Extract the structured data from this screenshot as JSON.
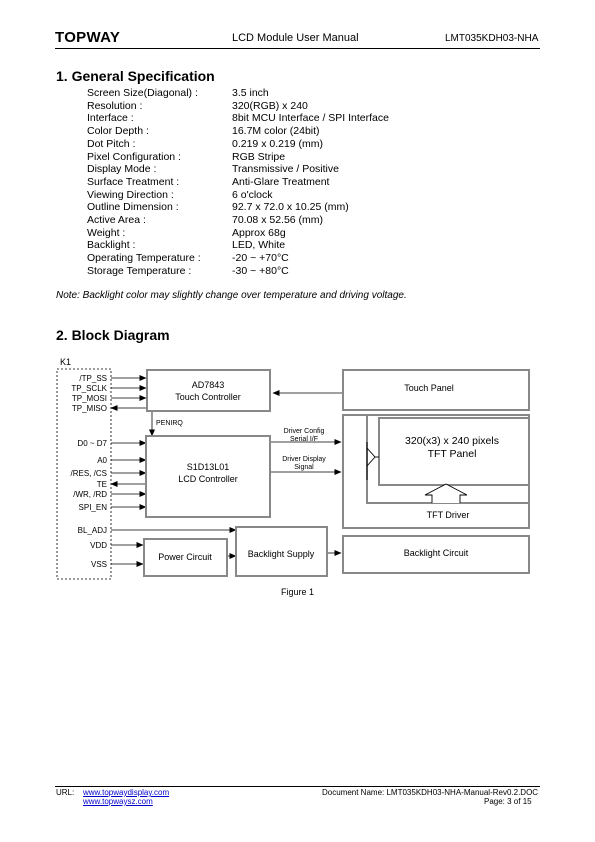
{
  "header": {
    "logo": "TOPWAY",
    "title": "LCD Module User Manual",
    "model": "LMT035KDH03-NHA"
  },
  "section1": {
    "title": "1.  General Specification",
    "specs": [
      {
        "label": "Screen Size(Diagonal) :",
        "value": "3.5 inch"
      },
      {
        "label": "Resolution :",
        "value": "320(RGB) x 240"
      },
      {
        "label": "Interface :",
        "value": "8bit MCU Interface / SPI  Interface"
      },
      {
        "label": "Color Depth :",
        "value": "16.7M color (24bit)"
      },
      {
        "label": "Dot Pitch :",
        "value": "0.219 x 0.219 (mm)"
      },
      {
        "label": "Pixel Configuration :",
        "value": "RGB Stripe"
      },
      {
        "label": "Display Mode :",
        "value": "Transmissive / Positive"
      },
      {
        "label": "Surface Treatment :",
        "value": "Anti-Glare Treatment"
      },
      {
        "label": "Viewing Direction :",
        "value": "6 o'clock"
      },
      {
        "label": "Outline Dimension :",
        "value": "92.7 x 72.0 x 10.25 (mm)"
      },
      {
        "label": "Active Area :",
        "value": "70.08 x 52.56 (mm)"
      },
      {
        "label": "Weight :",
        "value": "Approx 68g"
      },
      {
        "label": "Backlight :",
        "value": "LED, White"
      },
      {
        "label": "Operating Temperature :",
        "value": "-20 ~ +70°C"
      },
      {
        "label": "Storage Temperature :",
        "value": "-30 ~ +80°C"
      }
    ],
    "note": "Note: Backlight color may slightly change over temperature and driving voltage."
  },
  "section2": {
    "title": "2.  Block Diagram",
    "connector": "K1",
    "pins": [
      "/TP_SS",
      "TP_SCLK",
      "TP_MOSI",
      "TP_MISO",
      "D0 ~ D7",
      "A0",
      "/RES, /CS",
      "TE",
      "/WR, /RD",
      "SPI_EN",
      "BL_ADJ",
      "VDD",
      "VSS"
    ],
    "touch_ctrl_line1": "AD7843",
    "touch_ctrl_line2": "Touch Controller",
    "touch_panel": "Touch Panel",
    "penirq": "PENIRQ",
    "lcd_ctrl_line1": "S1D13L01",
    "lcd_ctrl_line2": "LCD Controller",
    "driver_config_line1": "Driver Config",
    "driver_config_line2": "Serial I/F",
    "driver_display_line1": "Driver Display",
    "driver_display_line2": "Signal",
    "panel_line1": "320(x3) x 240 pixels",
    "panel_line2": "TFT Panel",
    "tft_driver": "TFT Driver",
    "power_circuit": "Power Circuit",
    "backlight_supply": "Backlight Supply",
    "backlight_circuit": "Backlight Circuit",
    "caption": "Figure 1"
  },
  "footer": {
    "url_label": "URL:",
    "link1": "www.topwaydisplay.com",
    "link2": "www.topwaysz.com",
    "doc_name": "Document Name: LMT035KDH03-NHA-Manual-Rev0.2.DOC",
    "page": "Page: 3   of 15"
  }
}
